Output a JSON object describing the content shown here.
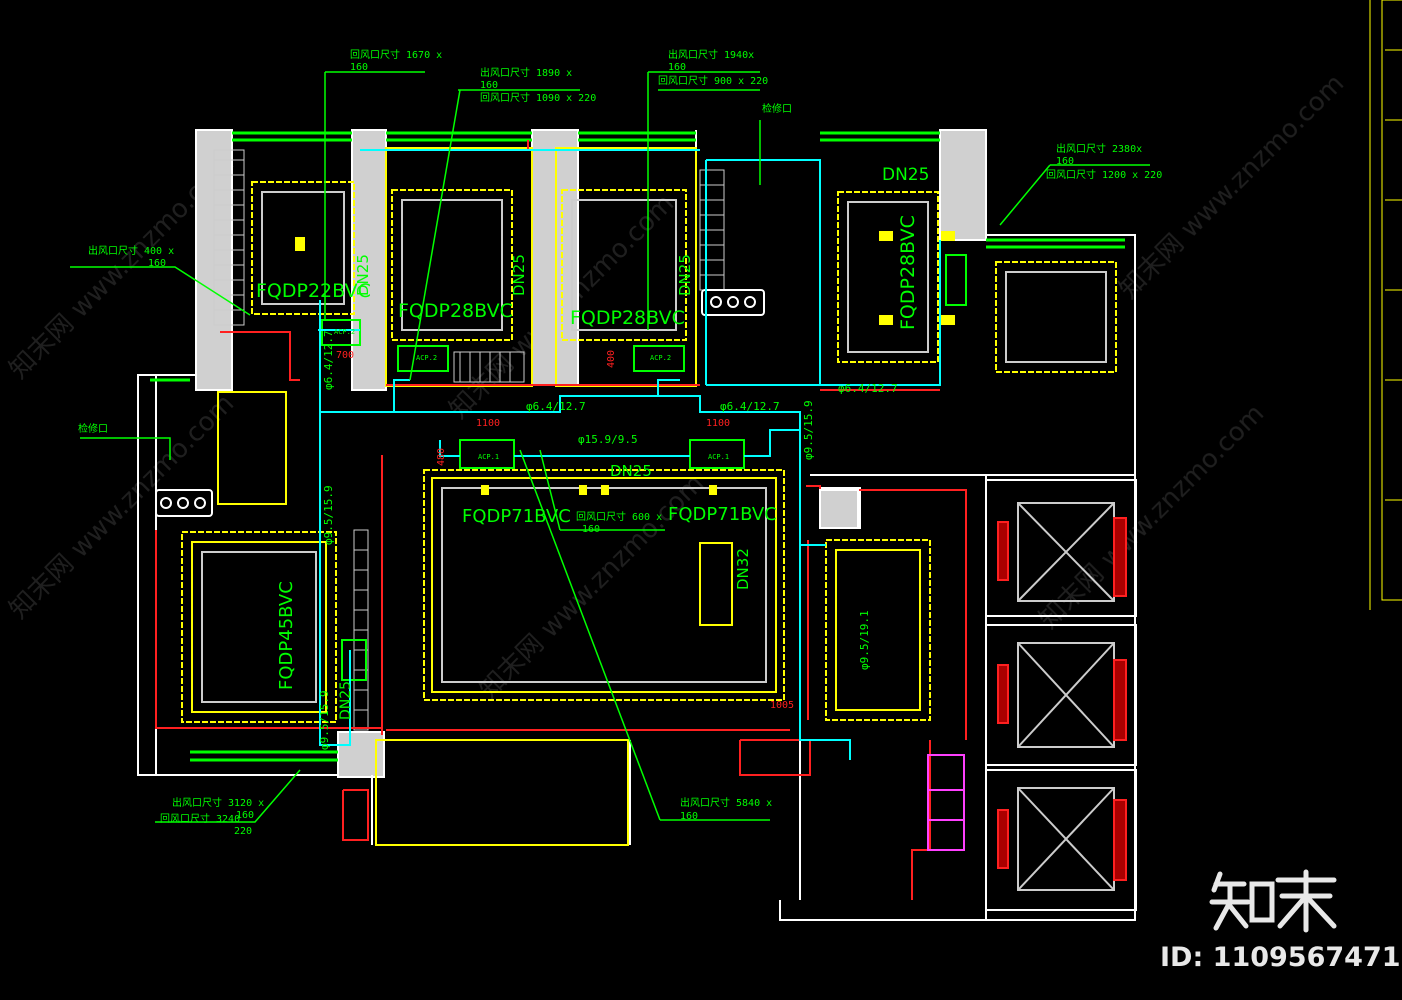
{
  "units": [
    {
      "model": "FQDP22BVC",
      "pipe": "DN25"
    },
    {
      "model": "FQDP28BVC",
      "pipe": "DN25"
    },
    {
      "model": "FQDP28BVC",
      "pipe": "DN25"
    },
    {
      "model": "FQDP28BVC",
      "pipe": "DN25"
    },
    {
      "model": "FQDP71BVC",
      "pipe": "DN25"
    },
    {
      "model": "FQDP71BVC",
      "pipe": "DN32"
    },
    {
      "model": "FQDP45BVC",
      "pipe": "DN25"
    }
  ],
  "pipe_sizes": {
    "p1": "φ6.4/12.7",
    "p2": "φ6.4/12.7",
    "p3": "φ15.9/9.5",
    "p4": "φ9.5/15.9",
    "p5": "φ6.4/12.7",
    "p6": "φ9.5/19.1",
    "p7": "φ9.5/15.9",
    "p8": "φ6.4/12.7",
    "p9": "φ9.5/15.9"
  },
  "notes": {
    "n1a": "回风口尺寸 1670 x",
    "n1b": "160",
    "n2a": "出风口尺寸 1890 x",
    "n2b": "160",
    "n2c": "回风口尺寸 1090 x 220",
    "n3a": "出风口尺寸 1940x",
    "n3b": "160",
    "n3c": "回风口尺寸 900 x 220",
    "n4a": "出风口尺寸 2380x",
    "n4b": "160",
    "n4c": "回风口尺寸 1200 x 220",
    "n5a": "出风口尺寸 400 x",
    "n5b": "160",
    "n6a": "出风口尺寸 3120 x",
    "n6b": "160",
    "n6c": "回风口尺寸 3240",
    "n6d": "220",
    "n7a": "出风口尺寸 5840 x",
    "n7b": "160",
    "n8a": "回风口尺寸 600 x",
    "n8b": "160",
    "n9": "检修口",
    "n10": "检修口"
  },
  "dims": {
    "d1": "1100",
    "d2": "1100",
    "d3": "700",
    "d4": "1005",
    "d5": "400",
    "d6": "480"
  },
  "acp_labels": {
    "a1": "ACP.2",
    "a2": "ACP.1",
    "a3": "ACP.1",
    "a4": "ACP.2",
    "a5": "ACP.2"
  },
  "watermark": "知末网 www.znzmo.com",
  "brand": {
    "name": "知末",
    "id": "ID: 1109567471"
  },
  "colors": {
    "background": "#000000",
    "wall": "#ffffff",
    "green": "#00ff00",
    "yellow": "#ffff00",
    "red": "#ff2020",
    "cyan": "#00ffff",
    "wallfill": "#d0d0d0",
    "magenta": "#ff40ff"
  }
}
